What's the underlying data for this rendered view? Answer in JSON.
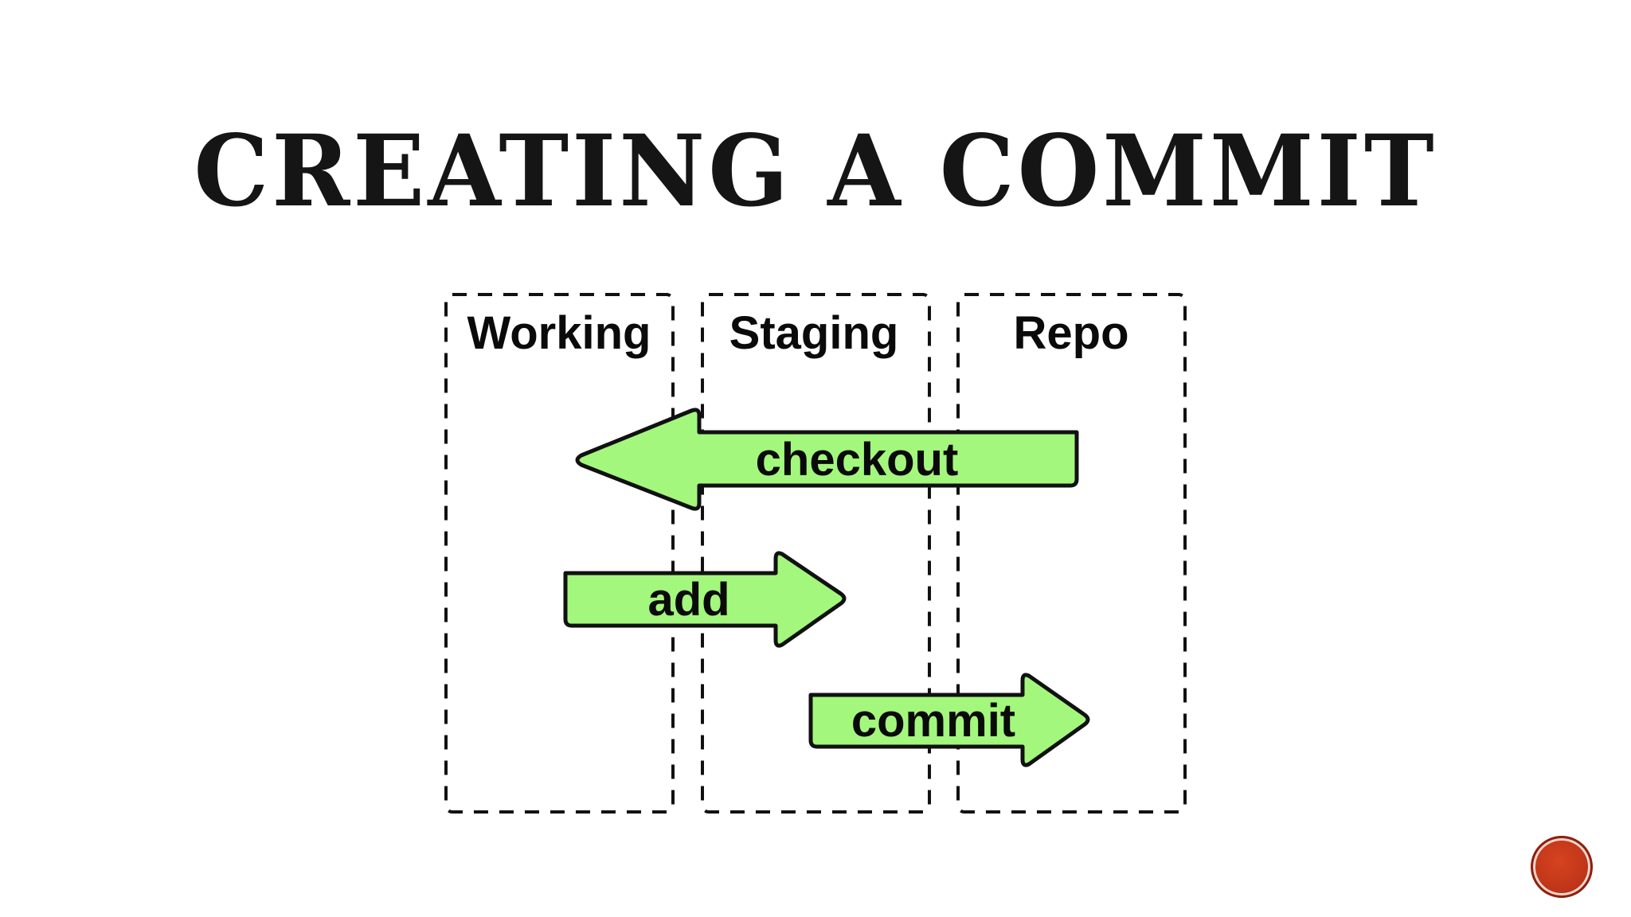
{
  "slide": {
    "title": "Creating a Commit"
  },
  "diagram": {
    "columns": [
      {
        "label": "Working"
      },
      {
        "label": "Staging"
      },
      {
        "label": "Repo"
      }
    ],
    "arrows": [
      {
        "label": "checkout",
        "direction": "left"
      },
      {
        "label": "add",
        "direction": "right"
      },
      {
        "label": "commit",
        "direction": "right"
      }
    ],
    "colors": {
      "arrow_fill": "#a3f77d",
      "outline": "#111111",
      "column_border": "#111111"
    }
  },
  "nav": {
    "icon": "circle-nav-icon",
    "color": "#c0361a"
  }
}
